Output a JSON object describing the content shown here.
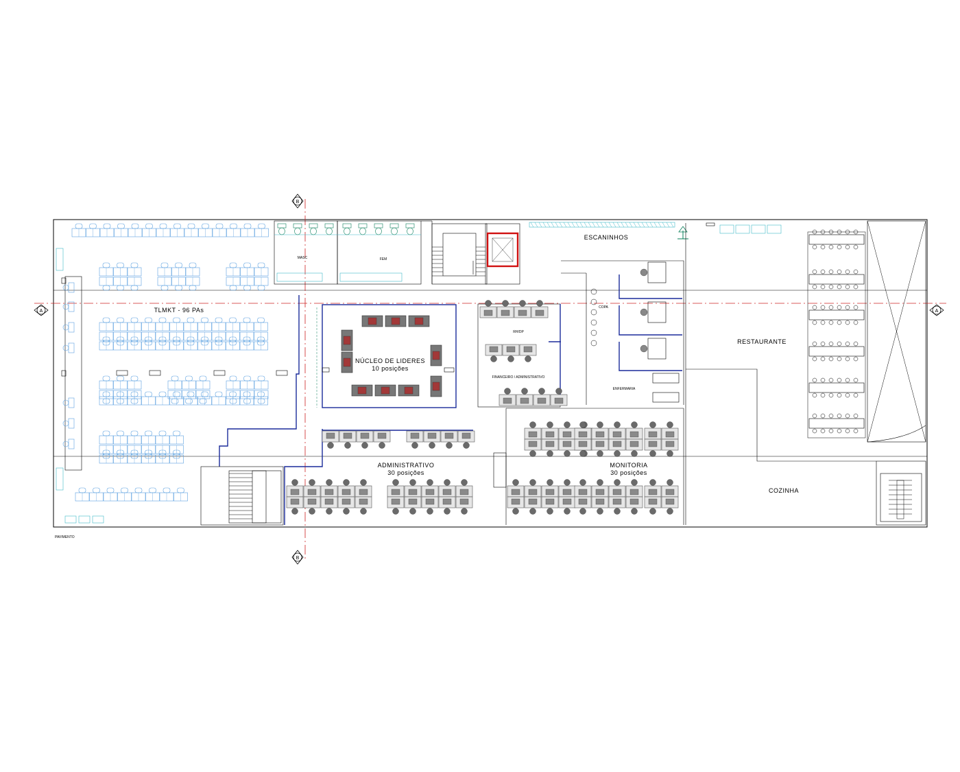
{
  "rooms": {
    "tlmkt": "TLMKT - 96 PAs",
    "nucleo_title": "NÚCLEO DE LIDERES",
    "nucleo_sub": "10 posições",
    "escaninhos": "ESCANINHOS",
    "restaurante": "RESTAURANTE",
    "cozinha": "COZINHA",
    "admin_title": "ADMINISTRATIVO",
    "admin_sub": "30 posições",
    "monit_title": "MONITORIA",
    "monit_sub": "30 posições",
    "wc_left": "MASC",
    "wc_right": "FEM",
    "rh": "RH/DP",
    "fin": "FINANCEIRO / ADMINISTRATIVO",
    "copa": "COPA",
    "enf": "ENFERMARIA",
    "footer_note": "PAVIMENTO"
  },
  "axes": {
    "a_left": "A",
    "a_right": "A",
    "b_top": "B",
    "b_bottom": "B"
  },
  "colors": {
    "wall": "#000000",
    "partition": "#1a2a9a",
    "workstation": "#5aa0e0",
    "furniture": "#777777",
    "section_line": "#cc2222",
    "elevator": "#d01010",
    "tag": "#0a7f5a"
  }
}
